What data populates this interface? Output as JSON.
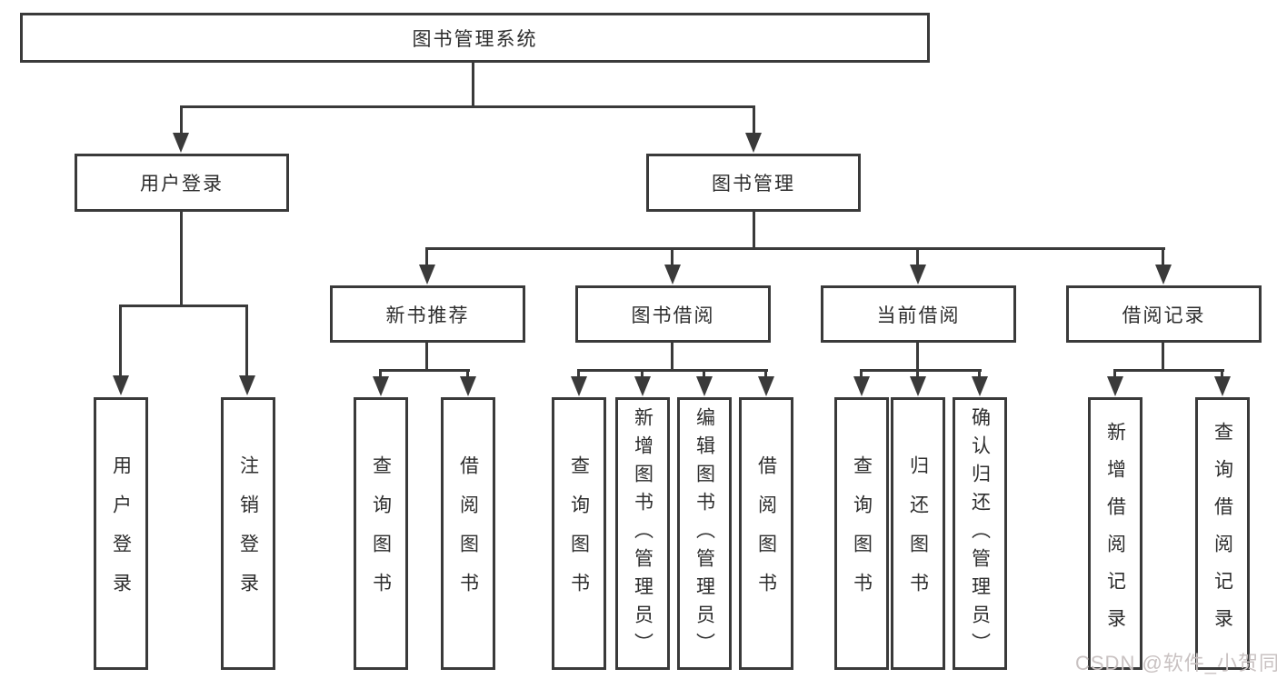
{
  "nodes": {
    "root": "图书管理系统",
    "user_login": "用户登录",
    "book_mgmt": "图书管理",
    "new_books": "新书推荐",
    "borrow": "图书借阅",
    "current": "当前借阅",
    "records": "借阅记录",
    "leaves": {
      "user_login": "用户登录",
      "logout": "注销登录",
      "nb_query": "查询图书",
      "nb_borrow": "借阅图书",
      "bw_query": "查询图书",
      "bw_add": "新增图书（管理员）",
      "bw_edit": "编辑图书（管理员）",
      "bw_borrow": "借阅图书",
      "cb_query": "查询图书",
      "cb_return": "归还图书",
      "cb_confirm": "确认归还（管理员）",
      "rc_add": "新增借阅记录",
      "rc_query": "查询借阅记录"
    }
  },
  "watermark": "CSDN @软件_小贺同学",
  "colors": {
    "line": "#3a3a3a",
    "text": "#2d2d2d",
    "watermark": "#c9c2c2",
    "background": "#ffffff"
  }
}
